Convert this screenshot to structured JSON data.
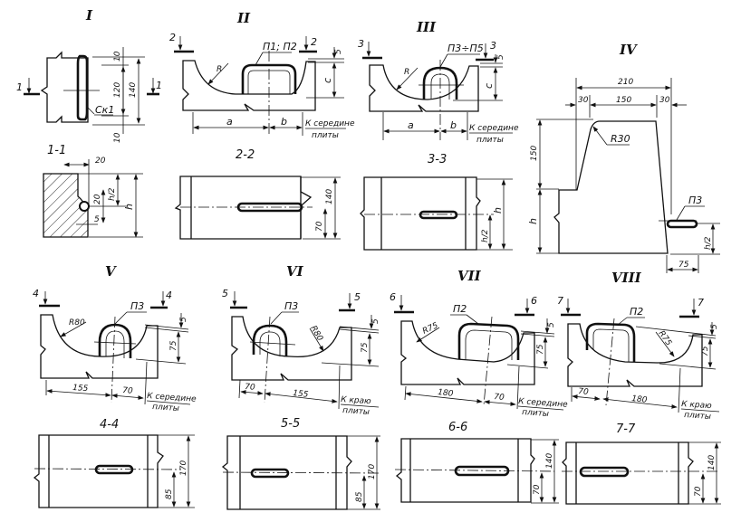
{
  "views": {
    "I": {
      "title": "I",
      "cut": "1",
      "rebar": "Ск1",
      "d10a": "10",
      "d120": "120",
      "d140": "140",
      "d10b": "10"
    },
    "II": {
      "title": "II",
      "cut": "2",
      "rebar": "П1; П2",
      "R": "R",
      "d5": "5",
      "c": "c",
      "a": "a",
      "b": "b",
      "to_line1": "К середине",
      "to_line2": "плиты"
    },
    "III": {
      "title": "III",
      "cut": "3",
      "rebar": "П3÷П5",
      "R": "R",
      "d5": "5",
      "c": "c",
      "a": "a",
      "b": "b",
      "to_line1": "К середине",
      "to_line2": "плиты"
    },
    "IV": {
      "title": "IV",
      "d210": "210",
      "d30a": "30",
      "d150": "150",
      "d30b": "30",
      "R30": "R30",
      "v150": "150",
      "h": "h",
      "h2": "h/2",
      "rebar": "П3",
      "d75": "75"
    },
    "V": {
      "title": "V",
      "cut": "4",
      "rebar": "П3",
      "R": "R80",
      "d5": "5",
      "d75": "75",
      "d155": "155",
      "d70": "70",
      "to_line1": "К середине",
      "to_line2": "плиты"
    },
    "VI": {
      "title": "VI",
      "cut": "5",
      "rebar": "П3",
      "R": "R80",
      "d5": "5",
      "d75": "75",
      "d70": "70",
      "d155": "155",
      "to_line1": "К краю",
      "to_line2": "плиты"
    },
    "VII": {
      "title": "VII",
      "cut": "6",
      "rebar": "П2",
      "R": "R75",
      "d5": "5",
      "d75": "75",
      "d180": "180",
      "d70": "70",
      "to_line1": "К середине",
      "to_line2": "плиты"
    },
    "VIII": {
      "title": "VIII",
      "cut": "7",
      "rebar": "П2",
      "R": "R75",
      "d5": "5",
      "d75": "75",
      "d70": "70",
      "d180": "180",
      "to_line1": "К краю",
      "to_line2": "плиты"
    }
  },
  "sections": {
    "s11": {
      "title": "1-1",
      "d20a": "20",
      "d20b": "20",
      "h2": "h/2",
      "d5": "5",
      "h": "h"
    },
    "s22": {
      "title": "2-2",
      "d140": "140",
      "d70": "70"
    },
    "s33": {
      "title": "3-3",
      "h": "h",
      "h2": "h/2"
    },
    "s44": {
      "title": "4-4",
      "d170": "170",
      "d85": "85"
    },
    "s55": {
      "title": "5-5",
      "d170": "170",
      "d85": "85"
    },
    "s66": {
      "title": "6-6",
      "d140": "140",
      "d70": "70"
    },
    "s77": {
      "title": "7-7",
      "d140": "140",
      "d70": "70"
    }
  }
}
